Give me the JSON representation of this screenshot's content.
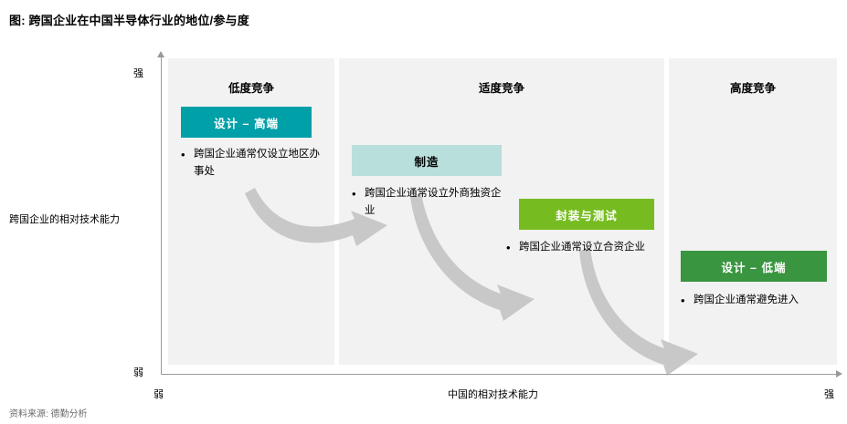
{
  "title": "图: 跨国企业在中国半导体行业的地位/参与度",
  "source": "资料来源: 德勤分析",
  "axes": {
    "y_label": "跨国企业的相对技术能力",
    "y_high": "强",
    "y_low": "弱",
    "x_label": "中国的相对技术能力",
    "x_low": "弱",
    "x_high": "强"
  },
  "panels": [
    {
      "title": "低度竞争"
    },
    {
      "title": "适度竞争"
    },
    {
      "title": "高度竞争"
    }
  ],
  "boxes": [
    {
      "label": "设计 – 高端",
      "color": "#00a0a8"
    },
    {
      "label": "制造",
      "color": "#b9dfdc"
    },
    {
      "label": "封装与测试",
      "color": "#76bc21"
    },
    {
      "label": "设计 – 低端",
      "color": "#3a9540"
    }
  ],
  "bullets": [
    {
      "marker": "•",
      "text": "跨国企业通常仅设立地区办事处"
    },
    {
      "marker": "•",
      "text": "跨国企业通常设立外商独资企业"
    },
    {
      "marker": "•",
      "text": "跨国企业通常设立合资企业"
    },
    {
      "marker": "•",
      "text": "跨国企业通常避免进入"
    }
  ],
  "colors": {
    "panel_bg": "#f2f2f2",
    "axis": "#9a9a9a",
    "arrow": "#c8c8c8"
  }
}
